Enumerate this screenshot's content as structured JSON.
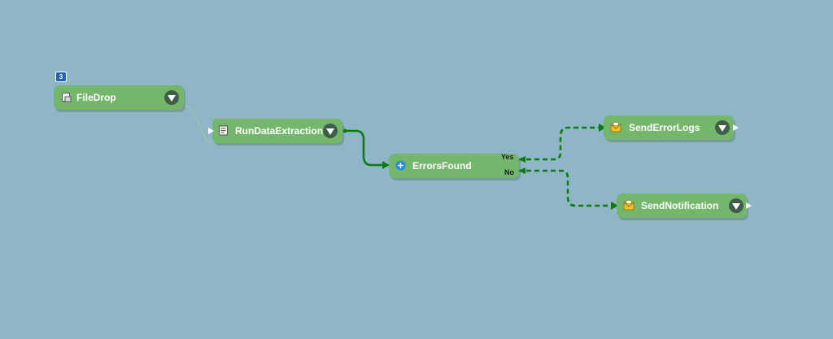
{
  "workflow": {
    "trigger_badge": "3",
    "nodes": [
      {
        "id": "filedrop",
        "label": "FileDrop",
        "icon": "file-icon"
      },
      {
        "id": "rundataextraction",
        "label": "RunDataExtraction",
        "icon": "script-icon"
      },
      {
        "id": "errorsfound",
        "label": "ErrorsFound",
        "icon": "decision-icon"
      },
      {
        "id": "senderrorlogs",
        "label": "SendErrorLogs",
        "icon": "email-icon"
      },
      {
        "id": "sendnotification",
        "label": "SendNotification",
        "icon": "email-icon"
      }
    ],
    "branches": {
      "yes": "Yes",
      "no": "No"
    }
  },
  "colors": {
    "canvas_background": "#8fb6c7",
    "node_fill": "#74b76c",
    "connector": "#0e7a12",
    "menu_button": "#3f5e48"
  }
}
